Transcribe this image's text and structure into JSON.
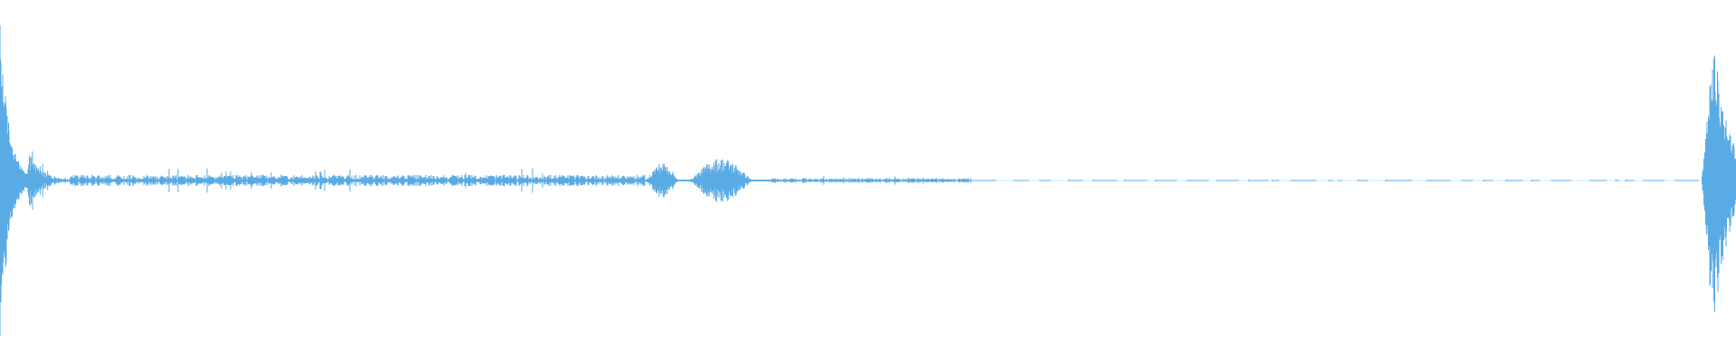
{
  "waveform": {
    "color": "#5aabe4",
    "background": "#ffffff",
    "segments": [
      {
        "name": "onset-burst-left",
        "type": "burst",
        "start": 0.0,
        "end": 0.016,
        "peak": 0.98
      },
      {
        "name": "onset-decay-left",
        "type": "decay",
        "start": 0.016,
        "end": 0.04,
        "peak": 0.18
      },
      {
        "name": "low-noise-1",
        "type": "noise",
        "start": 0.04,
        "end": 0.372,
        "peak": 0.035
      },
      {
        "name": "mid-blip-1",
        "type": "blip",
        "start": 0.372,
        "end": 0.397,
        "peak": 0.11
      },
      {
        "name": "mid-blip-2",
        "type": "blip",
        "start": 0.397,
        "end": 0.445,
        "peak": 0.14
      },
      {
        "name": "low-noise-2",
        "type": "noise",
        "start": 0.445,
        "end": 0.56,
        "peak": 0.015
      },
      {
        "name": "dashed-tail",
        "type": "dashed",
        "start": 0.56,
        "end": 0.98,
        "peak": 0.006
      },
      {
        "name": "onset-burst-right",
        "type": "burst",
        "start": 0.98,
        "end": 1.0,
        "peak": 0.86
      }
    ]
  }
}
